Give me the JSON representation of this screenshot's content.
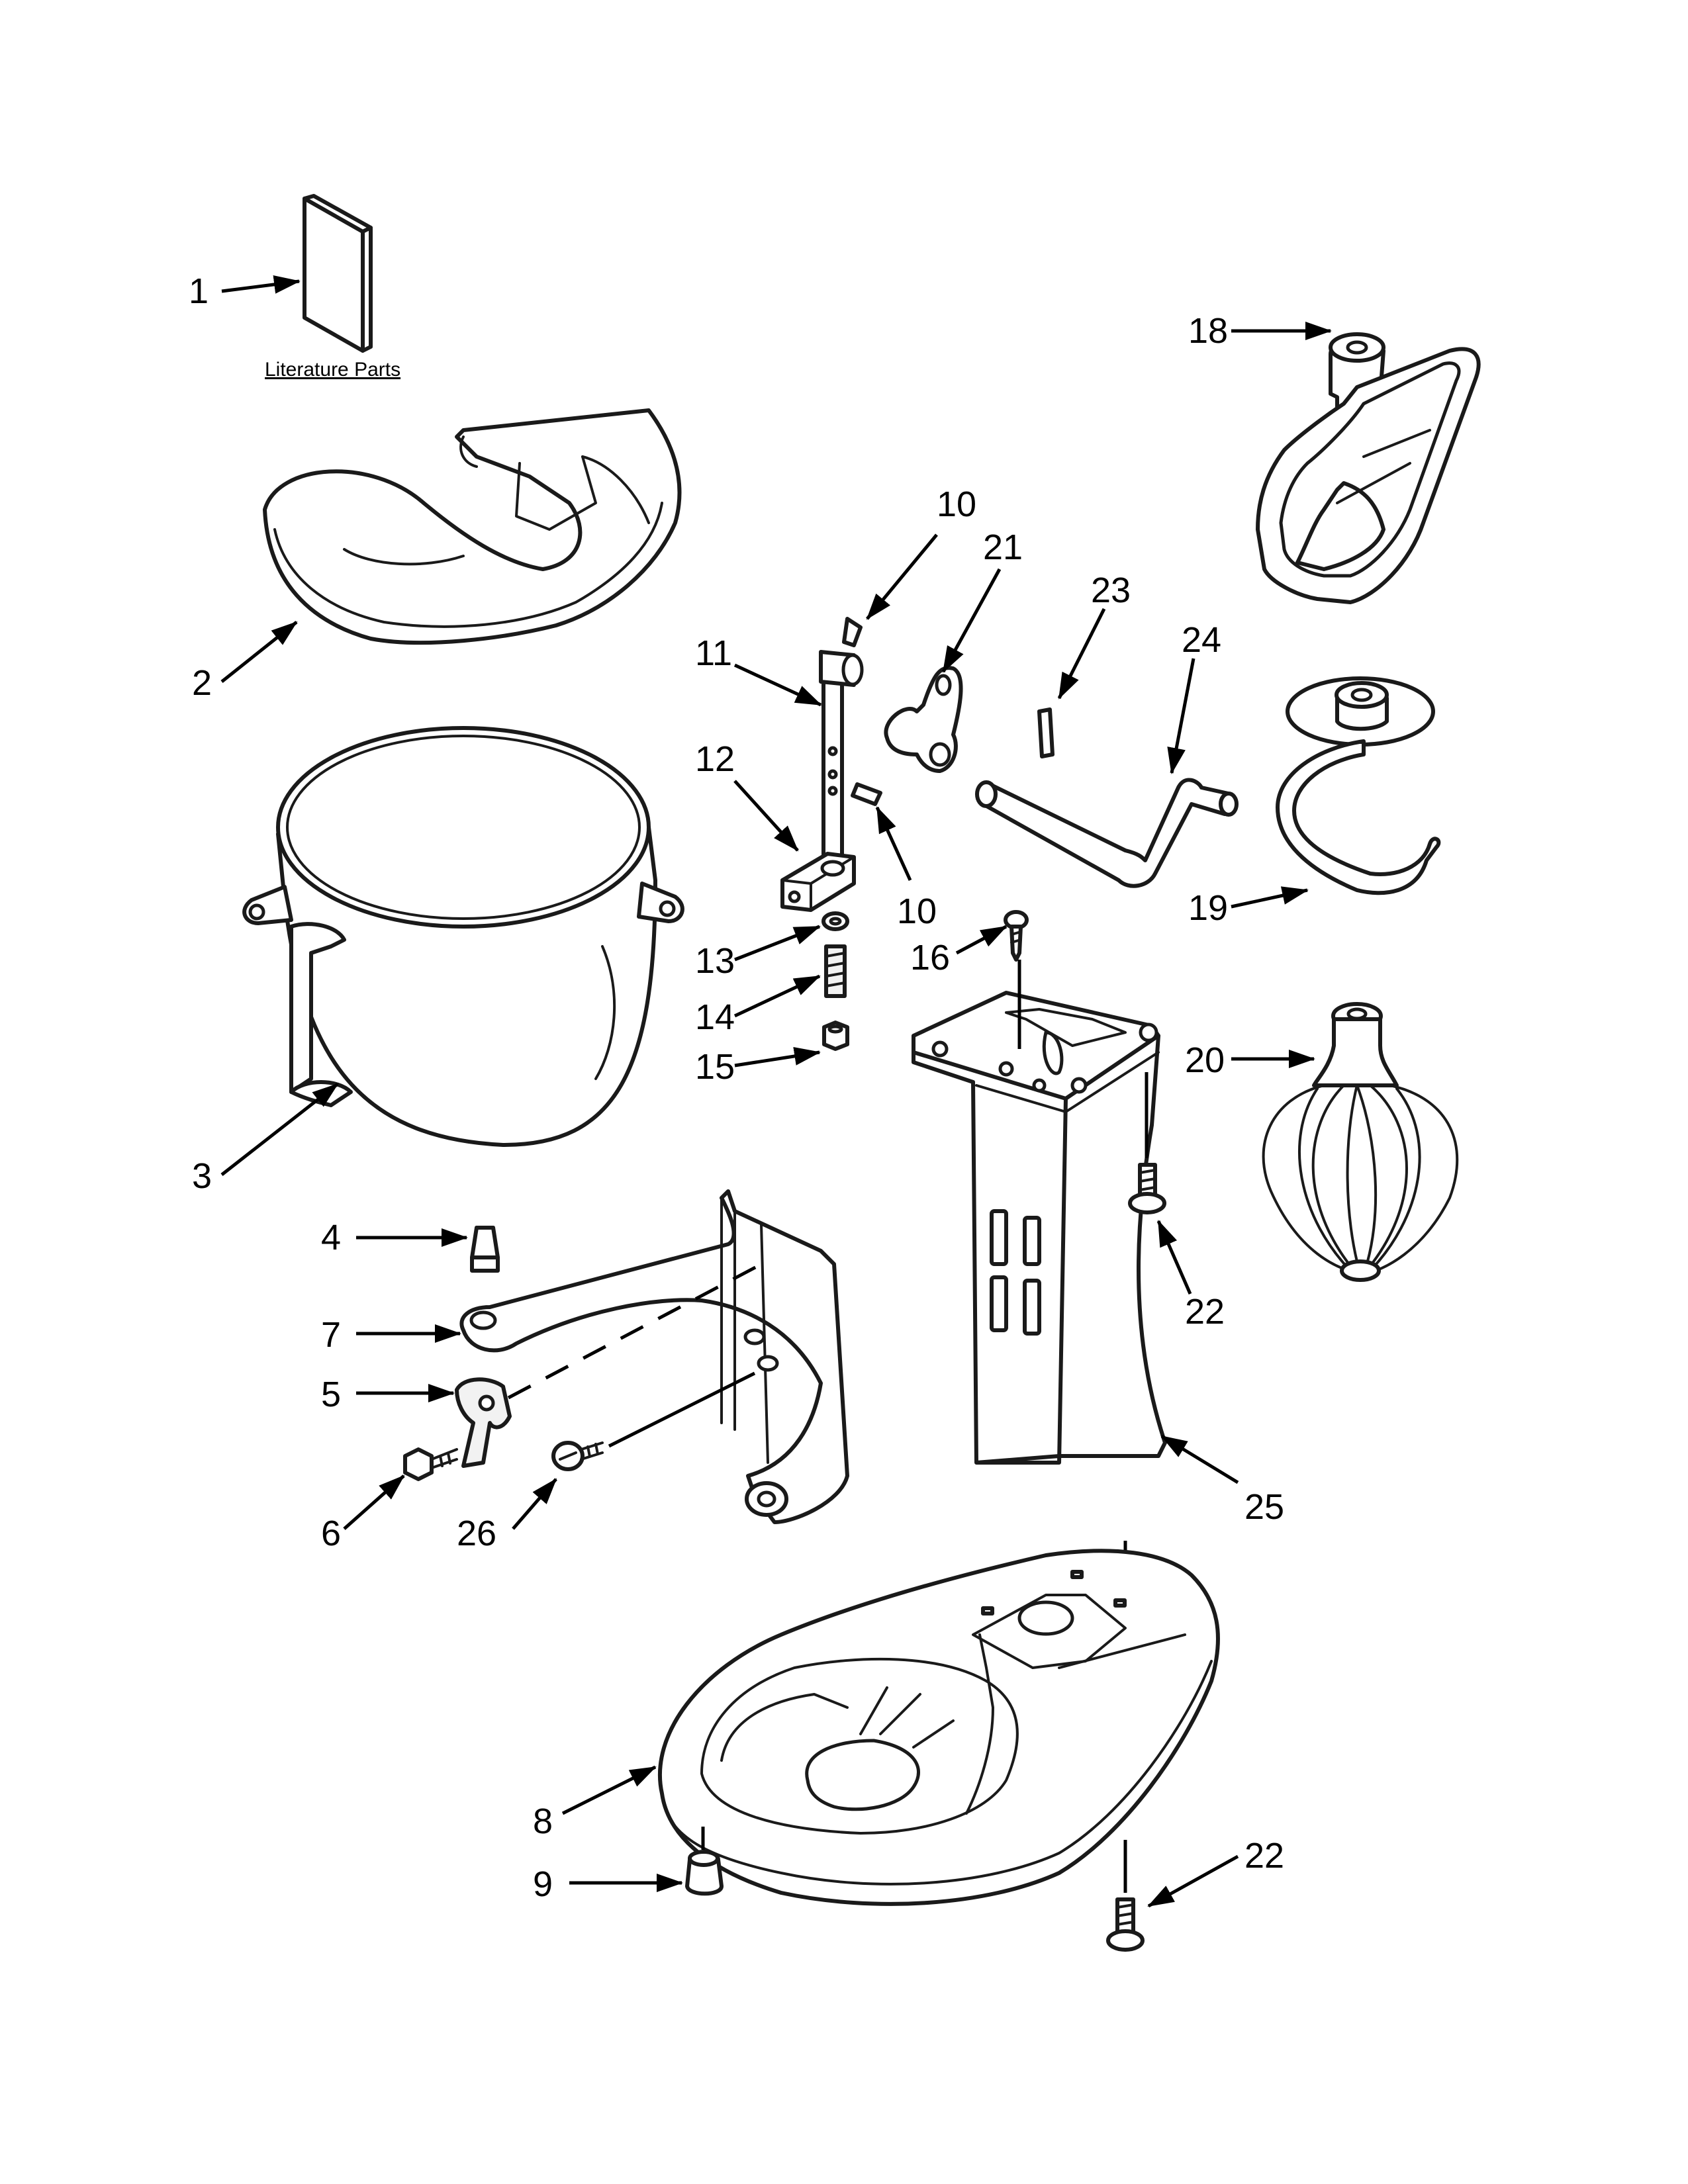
{
  "literature_label": "Literature Parts",
  "arrow_color": "#000000",
  "line_color": "#1a1a1a",
  "callouts": [
    {
      "id": "c1",
      "text": "1"
    },
    {
      "id": "c2",
      "text": "2"
    },
    {
      "id": "c3",
      "text": "3"
    },
    {
      "id": "c4",
      "text": "4"
    },
    {
      "id": "c5",
      "text": "5"
    },
    {
      "id": "c6",
      "text": "6"
    },
    {
      "id": "c7",
      "text": "7"
    },
    {
      "id": "c8",
      "text": "8"
    },
    {
      "id": "c9",
      "text": "9"
    },
    {
      "id": "c10a",
      "text": "10"
    },
    {
      "id": "c10b",
      "text": "10"
    },
    {
      "id": "c11",
      "text": "11"
    },
    {
      "id": "c12",
      "text": "12"
    },
    {
      "id": "c13",
      "text": "13"
    },
    {
      "id": "c14",
      "text": "14"
    },
    {
      "id": "c15",
      "text": "15"
    },
    {
      "id": "c16",
      "text": "16"
    },
    {
      "id": "c18",
      "text": "18"
    },
    {
      "id": "c19",
      "text": "19"
    },
    {
      "id": "c20",
      "text": "20"
    },
    {
      "id": "c21",
      "text": "21"
    },
    {
      "id": "c22a",
      "text": "22"
    },
    {
      "id": "c22b",
      "text": "22"
    },
    {
      "id": "c23",
      "text": "23"
    },
    {
      "id": "c24",
      "text": "24"
    },
    {
      "id": "c25",
      "text": "25"
    },
    {
      "id": "c26",
      "text": "26"
    }
  ]
}
